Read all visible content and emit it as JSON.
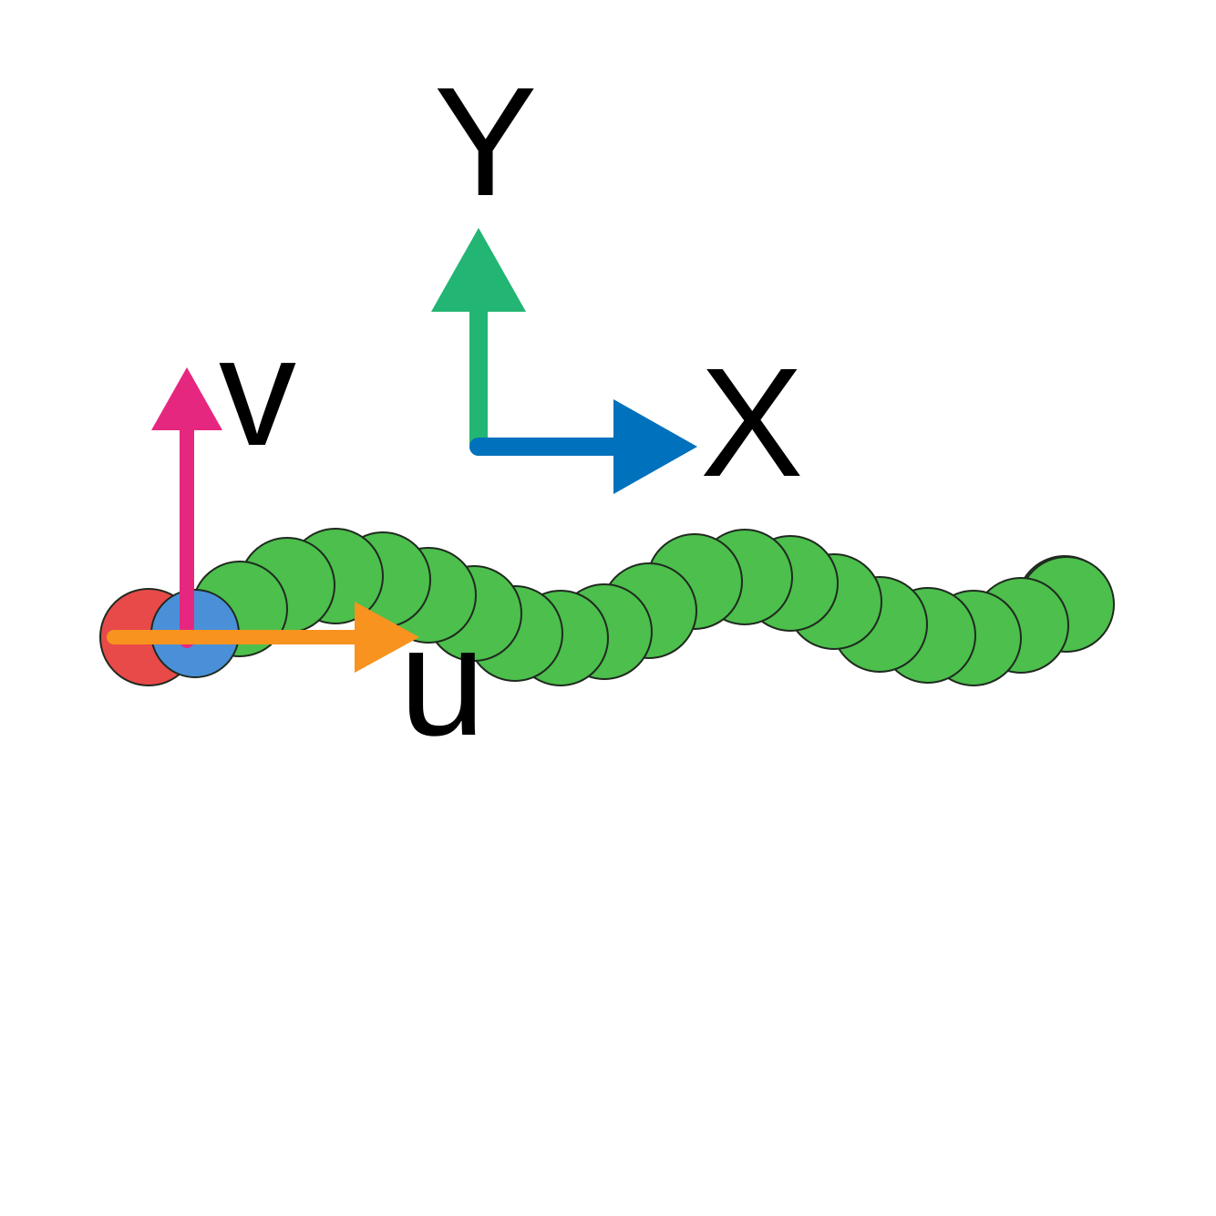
{
  "colors": {
    "background": "#ffffff",
    "body_segment": "#4cbf4c",
    "head_blue": "#4a90d9",
    "tail_red": "#e84a4a",
    "arrow_y": "#22b573",
    "arrow_x": "#0071bc",
    "arrow_v": "#e6277f",
    "arrow_u": "#f7931e",
    "label": "#000000"
  },
  "labels": {
    "y": "Y",
    "x": "X",
    "v": "v",
    "u": "u"
  },
  "worm": {
    "segment_count": 20
  }
}
